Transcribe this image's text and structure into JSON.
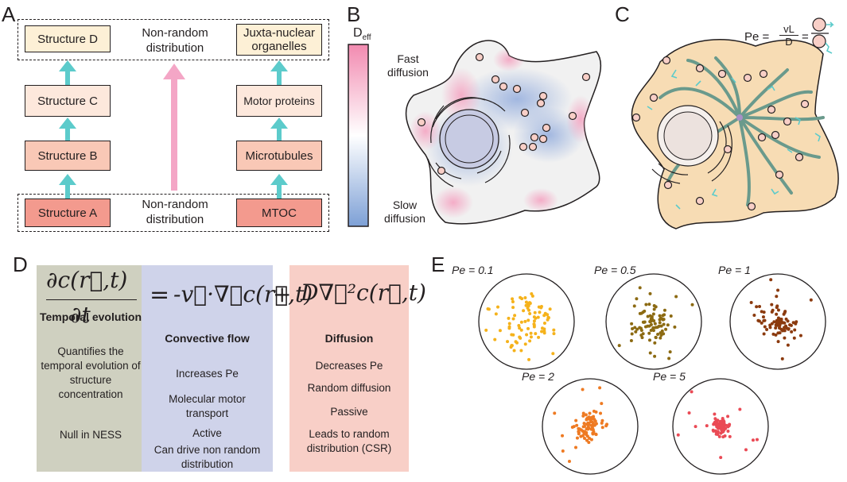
{
  "panels": {
    "a": "A",
    "b": "B",
    "c": "C",
    "d": "D",
    "e": "E"
  },
  "panel_a": {
    "left_boxes": [
      "Structure D",
      "Structure C",
      "Structure B",
      "Structure A"
    ],
    "right_boxes": [
      "Juxta-nuclear organelles",
      "Motor proteins",
      "Microtubules",
      "MTOC"
    ],
    "top_text": "Non-random distribution",
    "bottom_text": "Non-random distribution"
  },
  "panel_b": {
    "legend_title": "D",
    "legend_sub": "eff",
    "fast": "Fast diffusion",
    "slow": "Slow diffusion"
  },
  "panel_c": {
    "pe_lhs": "Pe =",
    "pe_num": "vL",
    "pe_den": "D",
    "pe_eq": "="
  },
  "panel_d": {
    "eq": {
      "lhs_num": "∂c(r⃗,t)",
      "lhs_den": "∂t",
      "equals": "=",
      "convective": "-v⃗·∇⃗c(r⃗,t)",
      "plus": "+",
      "diffusion": "D∇⃗²c(r⃗,t)"
    },
    "temporal": {
      "title": "Temporal evolution",
      "items": [
        "Quantifies the temporal evolution of structure concentration",
        "Null in NESS"
      ]
    },
    "convective": {
      "title": "Convective flow",
      "items": [
        "Increases Pe",
        "Molecular motor transport",
        "Active",
        "Can drive non random distribution"
      ]
    },
    "diffusion": {
      "title": "Diffusion",
      "items": [
        "Decreases Pe",
        "Random diffusion",
        "Passive",
        "Leads to random distribution (CSR)"
      ]
    }
  },
  "panel_e": {
    "plots": [
      {
        "label": "Pe = 0.1",
        "color": "#f5b21b"
      },
      {
        "label": "Pe = 0.5",
        "color": "#8c6a12"
      },
      {
        "label": "Pe = 1",
        "color": "#8b3a0e"
      },
      {
        "label": "Pe = 2",
        "color": "#ee7a22"
      },
      {
        "label": "Pe = 5",
        "color": "#ea4a55"
      }
    ]
  },
  "colors": {
    "cyan_arrow": "#5ccbcb",
    "pink_arrow": "#f4a6c6",
    "box_d": "#fdf0d6",
    "box_c": "#fde8dc",
    "box_b": "#f9c8b6",
    "box_a": "#f39a8e",
    "gray_col": "#cfd0c0",
    "blue_col": "#cfd3ea",
    "pink_col": "#f8cfc7",
    "microtubule": "#6a9a8c",
    "cell_c": "#f7dcb4"
  }
}
